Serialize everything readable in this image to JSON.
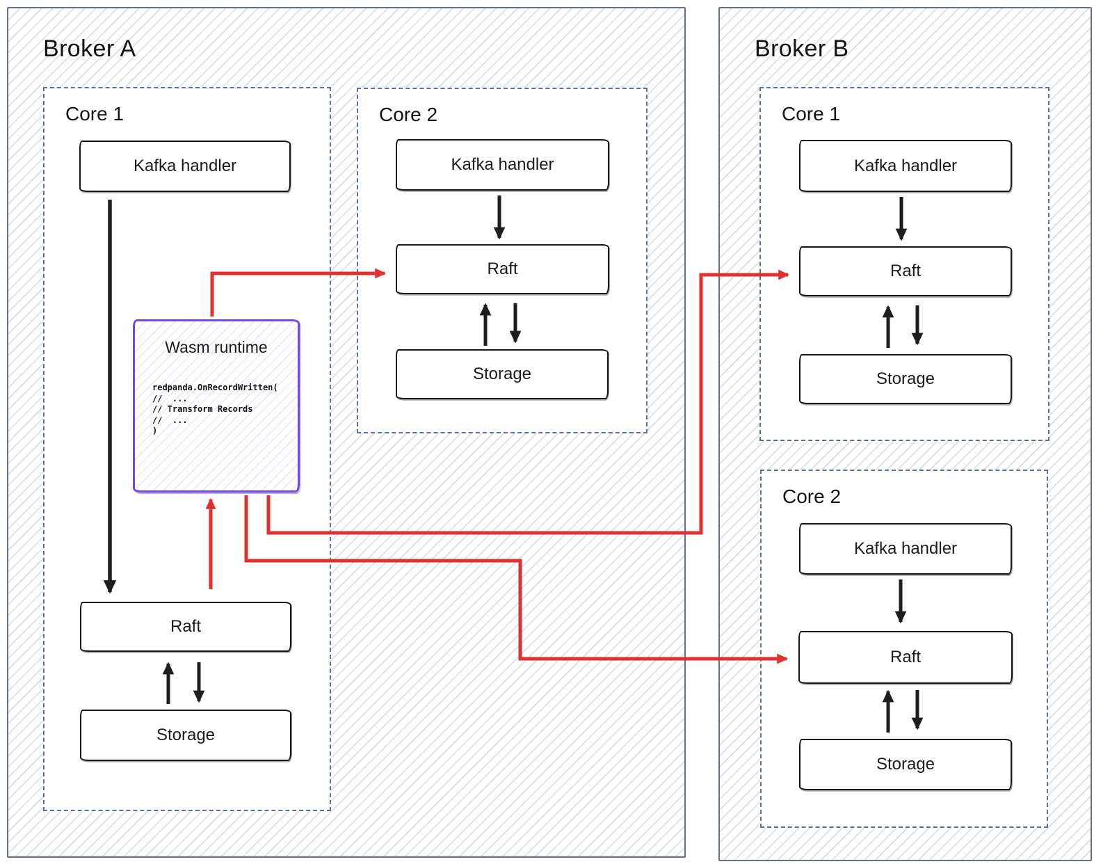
{
  "broker_a": {
    "title": "Broker A",
    "core1": {
      "title": "Core 1",
      "kafka": "Kafka handler",
      "wasm": {
        "title": "Wasm runtime",
        "code": [
          "redpanda.OnRecordWritten(",
          "//  ...",
          "// Transform Records",
          "//  ...",
          ")"
        ]
      },
      "raft": "Raft",
      "storage": "Storage"
    },
    "core2": {
      "title": "Core 2",
      "kafka": "Kafka handler",
      "raft": "Raft",
      "storage": "Storage"
    }
  },
  "broker_b": {
    "title": "Broker B",
    "core1": {
      "title": "Core 1",
      "kafka": "Kafka handler",
      "raft": "Raft",
      "storage": "Storage"
    },
    "core2": {
      "title": "Core 2",
      "kafka": "Kafka handler",
      "raft": "Raft",
      "storage": "Storage"
    }
  },
  "arrows": {
    "red": [
      {
        "from": "broker-a-core1-wasm-runtime",
        "to": "broker-a-core2-raft"
      },
      {
        "from": "broker-a-core1-raft",
        "to": "broker-a-core1-wasm-runtime"
      },
      {
        "from": "broker-a-core1-wasm-runtime",
        "to": "broker-b-core1-raft"
      },
      {
        "from": "broker-a-core1-wasm-runtime",
        "to": "broker-b-core2-raft"
      }
    ],
    "black": [
      {
        "from": "kafka-handler",
        "to": "raft"
      },
      {
        "from": "raft",
        "to": "storage",
        "bidirectional": true
      }
    ]
  },
  "colors": {
    "red_arrow": "#e03131",
    "black_arrow": "#1e1e1e",
    "wasm_border": "#7048e8",
    "broker_border": "#58657c",
    "core_dash_border": "#5f7190",
    "box_border": "#161616"
  }
}
